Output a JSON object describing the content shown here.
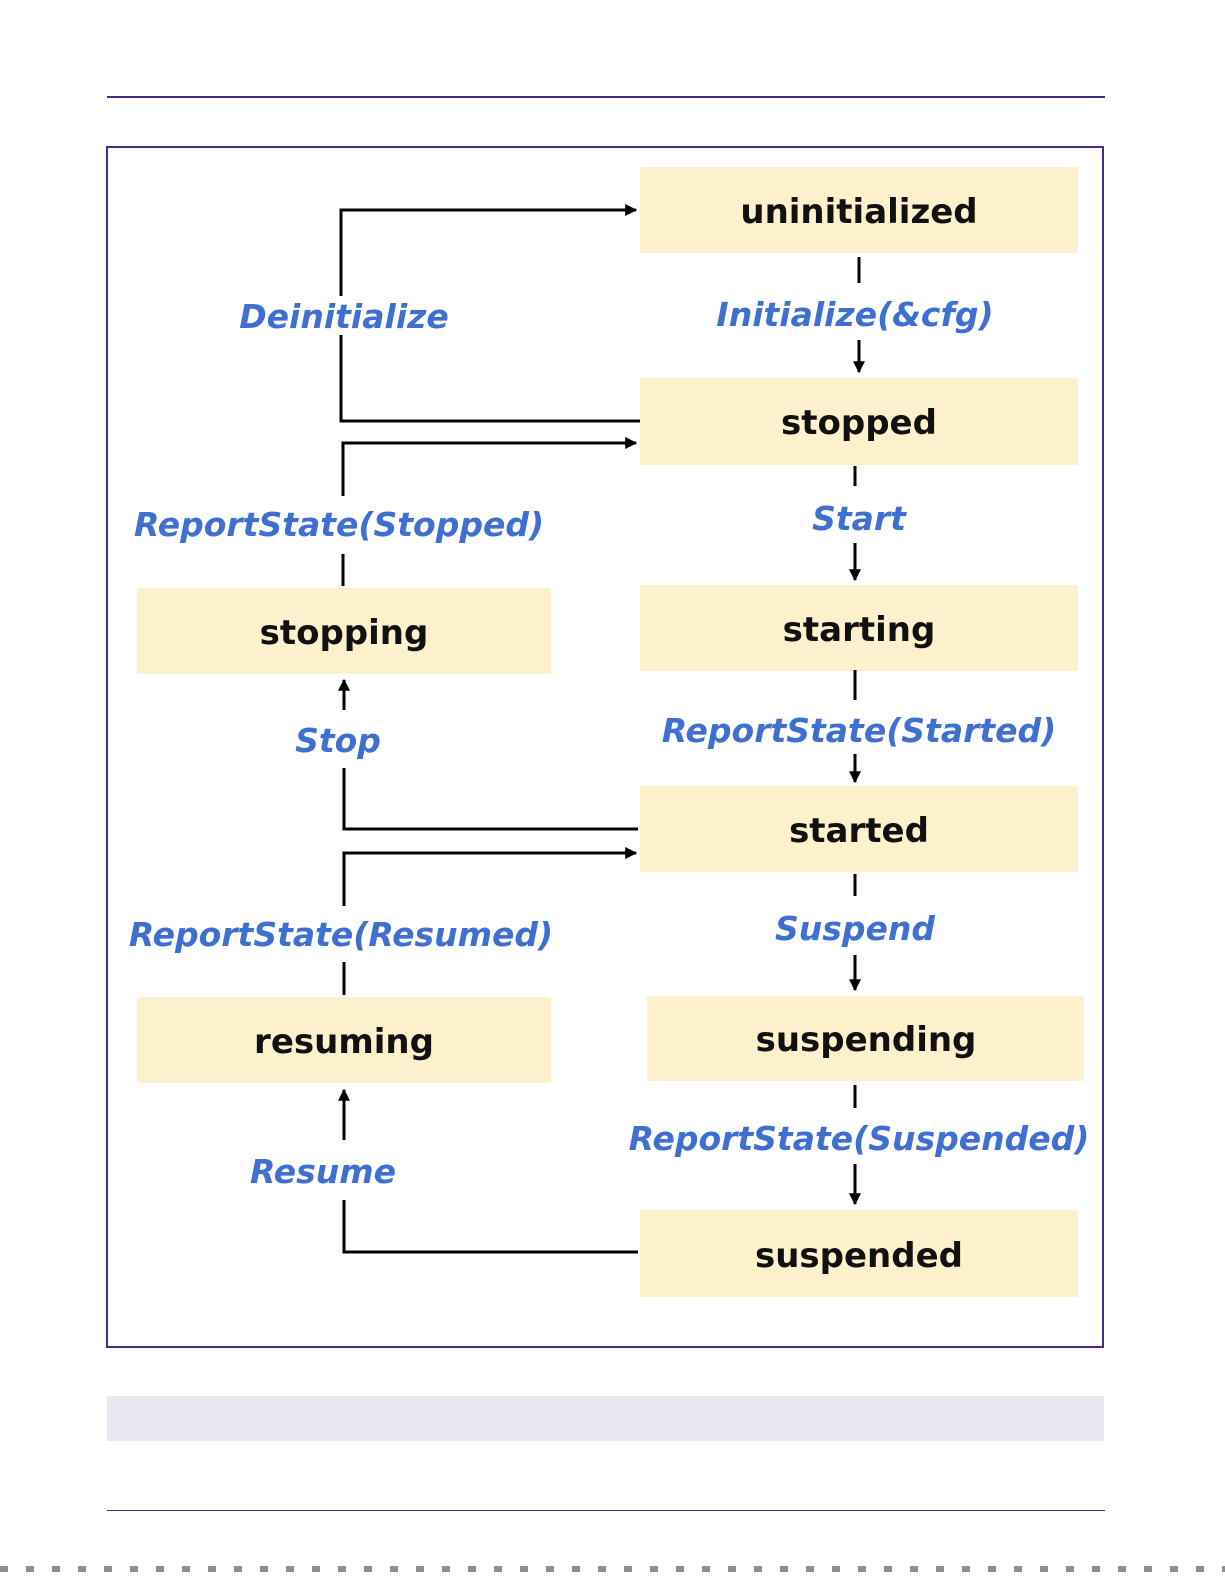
{
  "diagram": {
    "states": {
      "uninitialized": "uninitialized",
      "stopped": "stopped",
      "starting": "starting",
      "started": "started",
      "suspending": "suspending",
      "suspended": "suspended",
      "stopping": "stopping",
      "resuming": "resuming"
    },
    "events": {
      "initialize": "Initialize(&cfg)",
      "start": "Start",
      "report_started": "ReportState(Started)",
      "suspend": "Suspend",
      "report_suspended": "ReportState(Suspended)",
      "deinitialize": "Deinitialize",
      "report_stopped": "ReportState(Stopped)",
      "stop": "Stop",
      "report_resumed": "ReportState(Resumed)",
      "resume": "Resume"
    },
    "colors": {
      "state_fill": "#fdf0cc",
      "event_text": "#3f6fd0",
      "frame_border": "#4b2a8c",
      "caption_bar": "#e9e7f2"
    }
  }
}
